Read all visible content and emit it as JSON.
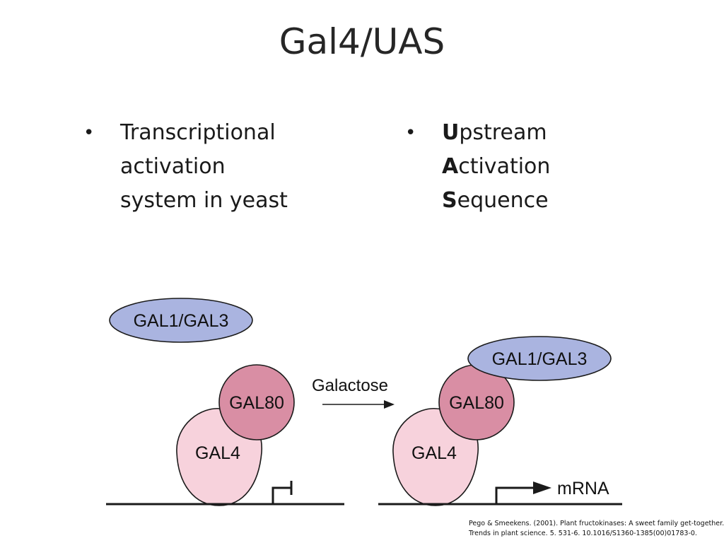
{
  "slide": {
    "title": "Gal4/UAS"
  },
  "left_bullet": {
    "lines": [
      "Transcriptional",
      "activation",
      "system in yeast"
    ]
  },
  "right_bullet": {
    "lines": [
      {
        "bold": "U",
        "rest": "pstream"
      },
      {
        "bold": "A",
        "rest": "ctivation"
      },
      {
        "bold": "S",
        "rest": "equence"
      }
    ]
  },
  "diagram": {
    "left_panel": {
      "gal1_gal3": "GAL1/GAL3",
      "gal80": "GAL80",
      "gal4": "GAL4"
    },
    "arrow_label": "Galactose",
    "right_panel": {
      "gal1_gal3": "GAL1/GAL3",
      "gal80": "GAL80",
      "gal4": "GAL4",
      "mrna": "mRNA"
    },
    "colors": {
      "gal1_gal3_fill": "#aab4e0",
      "gal80_fill": "#d98ea4",
      "gal4_fill": "#f7d2dc",
      "outline": "#1a1a1a"
    }
  },
  "citation": {
    "line1": "Pego & Smeekens. (2001). Plant fructokinases: A sweet family get-together.",
    "line2": "Trends in plant science. 5. 531-6. 10.1016/S1360-1385(00)01783-0."
  }
}
